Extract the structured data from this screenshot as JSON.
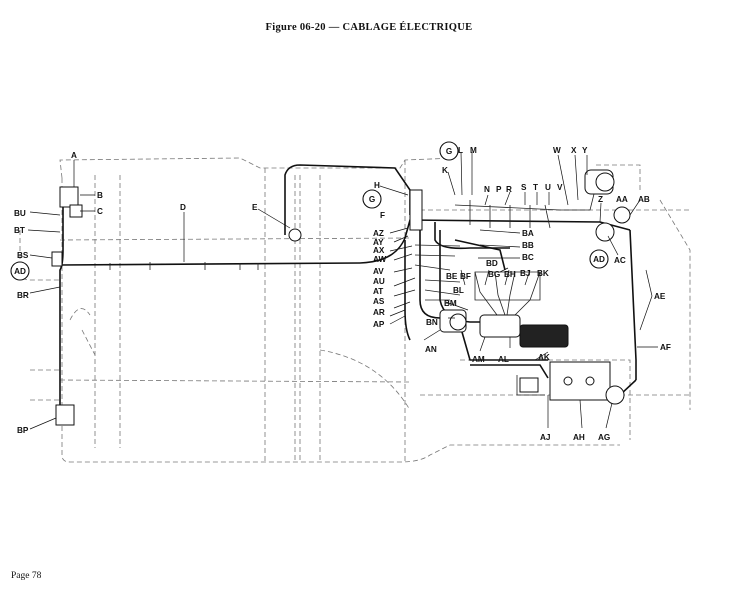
{
  "title": "Figure 06-20 — CABLAGE ÉLECTRIQUE",
  "page_label": "Page 78",
  "labels": {
    "A": "A",
    "B": "B",
    "C": "C",
    "D": "D",
    "E": "E",
    "F": "F",
    "G": "G",
    "H": "H",
    "K": "K",
    "L": "L",
    "M": "M",
    "N": "N",
    "P": "P",
    "R": "R",
    "S": "S",
    "T": "T",
    "U": "U",
    "V": "V",
    "W": "W",
    "X": "X",
    "Y": "Y",
    "Z": "Z",
    "AA": "AA",
    "AB": "AB",
    "AC": "AC",
    "AD": "AD",
    "AE": "AE",
    "AF": "AF",
    "AG": "AG",
    "AH": "AH",
    "AJ": "AJ",
    "AK": "AK",
    "AL": "AL",
    "AM": "AM",
    "AN": "AN",
    "AP": "AP",
    "AR": "AR",
    "AS": "AS",
    "AT": "AT",
    "AU": "AU",
    "AV": "AV",
    "AW": "AW",
    "AX": "AX",
    "AY": "AY",
    "AZ": "AZ",
    "BA": "BA",
    "BB": "BB",
    "BC": "BC",
    "BD": "BD",
    "BE": "BE",
    "BF": "BF",
    "BG": "BG",
    "BH": "BH",
    "BJ": "BJ",
    "BK": "BK",
    "BL": "BL",
    "BM": "BM",
    "BN": "BN",
    "BP": "BP",
    "BR": "BR",
    "BS": "BS",
    "BT": "BT",
    "BU": "BU"
  }
}
